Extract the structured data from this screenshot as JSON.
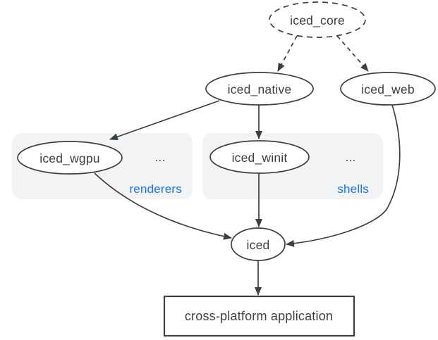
{
  "colors": {
    "background": "#ffffff",
    "line": "#3c4043",
    "text": "#3c4043",
    "accent_blue": "#1a73e8",
    "group_fill": "#f1f3f4",
    "node_fill": "#ffffff"
  },
  "nodes": {
    "iced_core": {
      "label": "iced_core",
      "shape": "ellipse",
      "border": "dashed"
    },
    "iced_native": {
      "label": "iced_native",
      "shape": "ellipse",
      "border": "solid"
    },
    "iced_web": {
      "label": "iced_web",
      "shape": "ellipse",
      "border": "solid"
    },
    "iced_wgpu": {
      "label": "iced_wgpu",
      "shape": "ellipse",
      "border": "solid"
    },
    "iced_winit": {
      "label": "iced_winit",
      "shape": "ellipse",
      "border": "solid"
    },
    "iced": {
      "label": "iced",
      "shape": "ellipse",
      "border": "solid"
    },
    "application": {
      "label": "cross-platform application",
      "shape": "rect",
      "border": "solid"
    }
  },
  "groups": {
    "renderers": {
      "label": "renderers",
      "more": "...",
      "contains": [
        "iced_wgpu"
      ]
    },
    "shells": {
      "label": "shells",
      "more": "...",
      "contains": [
        "iced_winit"
      ]
    }
  },
  "edges": [
    {
      "from": "iced_core",
      "to": "iced_native",
      "style": "dashed"
    },
    {
      "from": "iced_core",
      "to": "iced_web",
      "style": "dashed"
    },
    {
      "from": "iced_native",
      "to": "iced_wgpu",
      "style": "solid"
    },
    {
      "from": "iced_native",
      "to": "iced_winit",
      "style": "solid"
    },
    {
      "from": "iced_winit",
      "to": "iced",
      "style": "solid"
    },
    {
      "from": "iced_wgpu",
      "to": "iced",
      "style": "solid"
    },
    {
      "from": "iced_web",
      "to": "iced",
      "style": "solid"
    },
    {
      "from": "iced",
      "to": "application",
      "style": "solid"
    }
  ]
}
